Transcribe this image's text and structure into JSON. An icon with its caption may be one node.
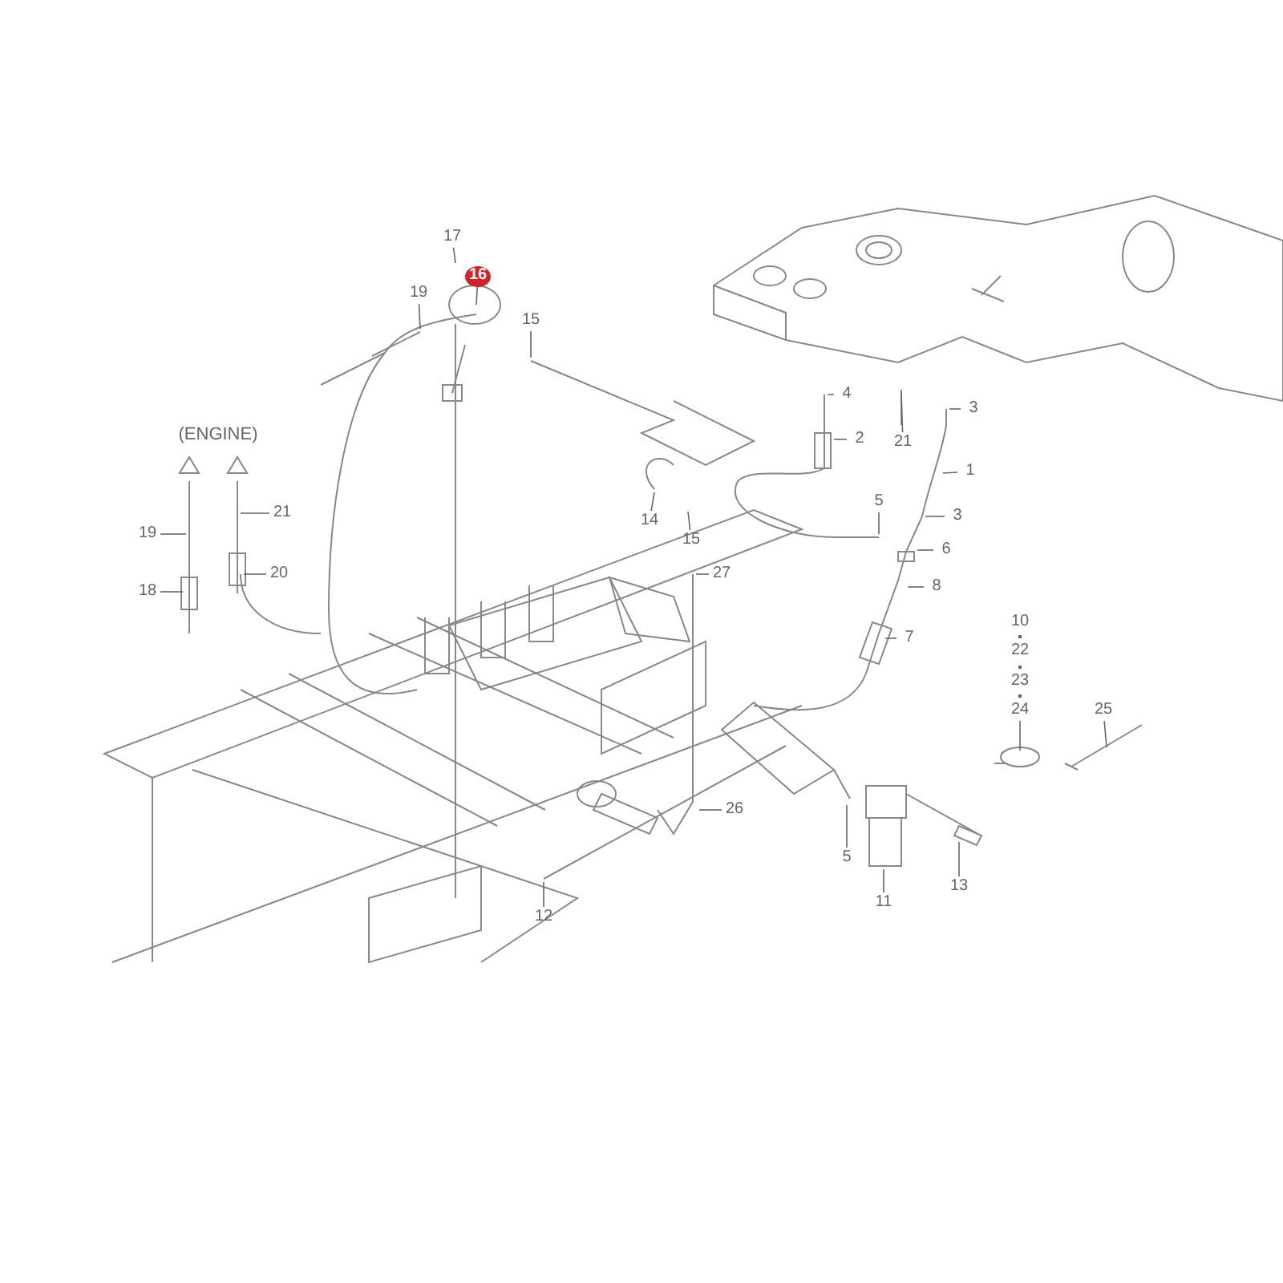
{
  "diagram": {
    "nodes": [
      {
        "text": [
          "17"
        ]
      },
      {
        "text": [
          "16"
        ]
      },
      {
        "text": [
          "19"
        ]
      },
      {
        "text": [
          "15"
        ]
      },
      {
        "text": [
          "19"
        ]
      },
      {
        "text": [
          "21"
        ]
      },
      {
        "text": [
          "20"
        ]
      },
      {
        "text": [
          "18"
        ]
      },
      {
        "text": [
          "4"
        ]
      },
      {
        "text": [
          "2"
        ]
      },
      {
        "text": [
          "21"
        ]
      },
      {
        "text": [
          "3"
        ]
      },
      {
        "text": [
          "1"
        ]
      },
      {
        "text": [
          "14"
        ]
      },
      {
        "text": [
          "15"
        ]
      },
      {
        "text": [
          "5"
        ]
      },
      {
        "text": [
          "3"
        ]
      },
      {
        "text": [
          "6"
        ]
      },
      {
        "text": [
          "8"
        ]
      },
      {
        "text": [
          "27"
        ]
      },
      {
        "text": [
          "7"
        ]
      },
      {
        "text": [
          "24"
        ]
      },
      {
        "text": [
          "25"
        ]
      },
      {
        "text": [
          "26"
        ]
      },
      {
        "text": [
          "5"
        ]
      },
      {
        "text": [
          "11"
        ]
      },
      {
        "text": [
          "13"
        ]
      },
      {
        "text": [
          "12"
        ]
      }
    ],
    "edges": [
      {
        "from": 0,
        "to": null,
        "arrow": "none"
      },
      {
        "from": 1,
        "to": null,
        "arrow": "none"
      },
      {
        "from": 2,
        "to": null,
        "arrow": "none"
      },
      {
        "from": 3,
        "to": null,
        "arrow": "none"
      },
      {
        "from": 4,
        "to": null,
        "arrow": "none"
      },
      {
        "from": 5,
        "to": null,
        "arrow": "none"
      },
      {
        "from": 6,
        "to": null,
        "arrow": "none"
      },
      {
        "from": 7,
        "to": null,
        "arrow": "none"
      },
      {
        "from": 8,
        "to": null,
        "arrow": "none"
      },
      {
        "from": 9,
        "to": null,
        "arrow": "none"
      },
      {
        "from": 10,
        "to": null,
        "arrow": "none"
      },
      {
        "from": 11,
        "to": null,
        "arrow": "none"
      },
      {
        "from": 12,
        "to": null,
        "arrow": "none"
      },
      {
        "from": 13,
        "to": null,
        "arrow": "none"
      },
      {
        "from": 14,
        "to": null,
        "arrow": "none"
      },
      {
        "from": 15,
        "to": null,
        "arrow": "none"
      },
      {
        "from": 16,
        "to": null,
        "arrow": "none"
      },
      {
        "from": 17,
        "to": null,
        "arrow": "none"
      },
      {
        "from": 18,
        "to": null,
        "arrow": "none"
      },
      {
        "from": 19,
        "to": null,
        "arrow": "none"
      },
      {
        "from": 20,
        "to": null,
        "arrow": "none"
      },
      {
        "from": 21,
        "to": null,
        "arrow": "none"
      },
      {
        "from": 22,
        "to": null,
        "arrow": "none"
      },
      {
        "from": 23,
        "to": null,
        "arrow": "none"
      },
      {
        "from": 24,
        "to": null,
        "arrow": "none"
      },
      {
        "from": 25,
        "to": null,
        "arrow": "none"
      },
      {
        "from": 26,
        "to": null,
        "arrow": "none"
      },
      {
        "from": 27,
        "to": null,
        "arrow": "none"
      }
    ],
    "labels": [
      "(ENGINE)",
      "10",
      "22",
      "23"
    ]
  }
}
